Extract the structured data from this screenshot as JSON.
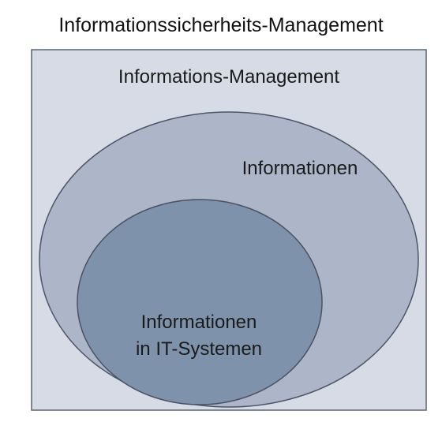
{
  "diagram": {
    "title": "Informationssicherheits-Management",
    "management_box": {
      "label": "Informations-Management",
      "fill": "#d6dbe5",
      "stroke": "#5a6474"
    },
    "information_ellipse": {
      "label": "Informationen",
      "fill": "#adb6c8",
      "stroke": "#4c5566"
    },
    "it_systems_ellipse": {
      "label_line1": "Informationen",
      "label_line2": "in IT-Systemen",
      "fill": "#7f92ab",
      "stroke": "#4a5262"
    }
  }
}
